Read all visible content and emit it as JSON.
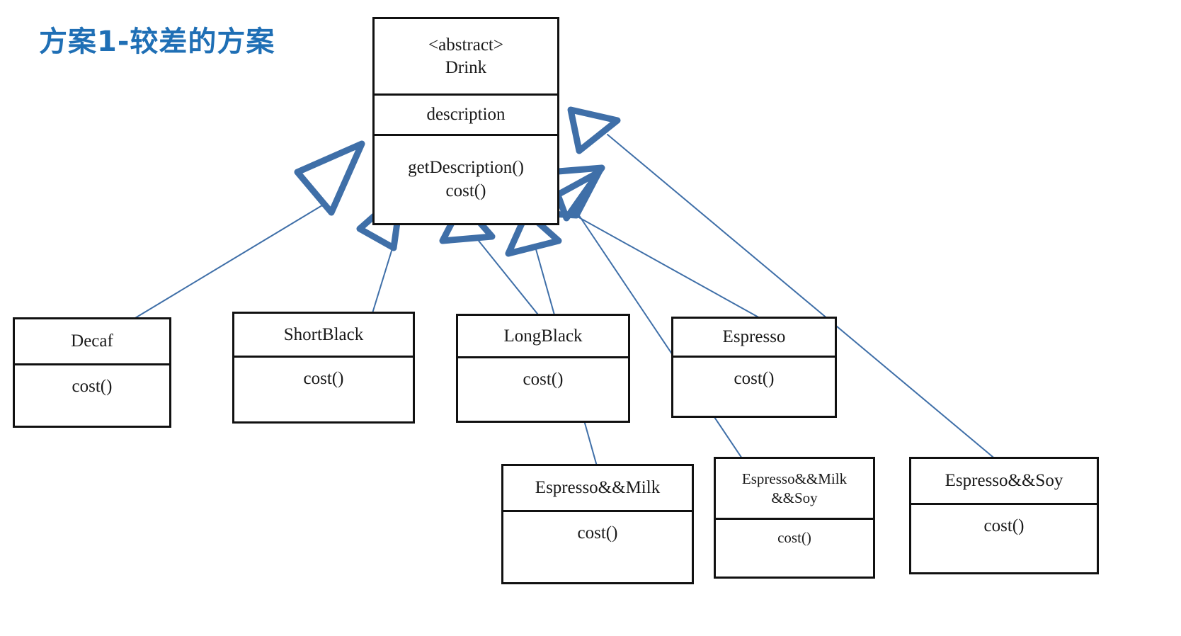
{
  "slide": {
    "title": "方案1-较差的方案",
    "title_color": "#1f6fb5"
  },
  "palette": {
    "line_blue": "#3f6fa8",
    "arrow_blue": "#3f6fa8",
    "box_border": "#111111",
    "background": "#ffffff"
  },
  "diagram": {
    "type": "uml-class-diagram",
    "relationship": "generalization",
    "base_class": {
      "stereotype": "<abstract>",
      "name": "Drink",
      "attributes": [
        "description"
      ],
      "operations": [
        "getDescription()",
        "cost()"
      ]
    },
    "subclasses": [
      {
        "name": "Decaf",
        "operations": [
          "cost()"
        ]
      },
      {
        "name": "ShortBlack",
        "operations": [
          "cost()"
        ]
      },
      {
        "name": "LongBlack",
        "operations": [
          "cost()"
        ]
      },
      {
        "name": "Espresso",
        "operations": [
          "cost()"
        ]
      },
      {
        "name": "Espresso&&Milk",
        "operations": [
          "cost()"
        ]
      },
      {
        "name": "Espresso&&Milk&&Soy",
        "name_line1": "Espresso&&Milk",
        "name_line2": "&&Soy",
        "operations": [
          "cost()"
        ]
      },
      {
        "name": "Espresso&&Soy",
        "operations": [
          "cost()"
        ]
      }
    ]
  }
}
